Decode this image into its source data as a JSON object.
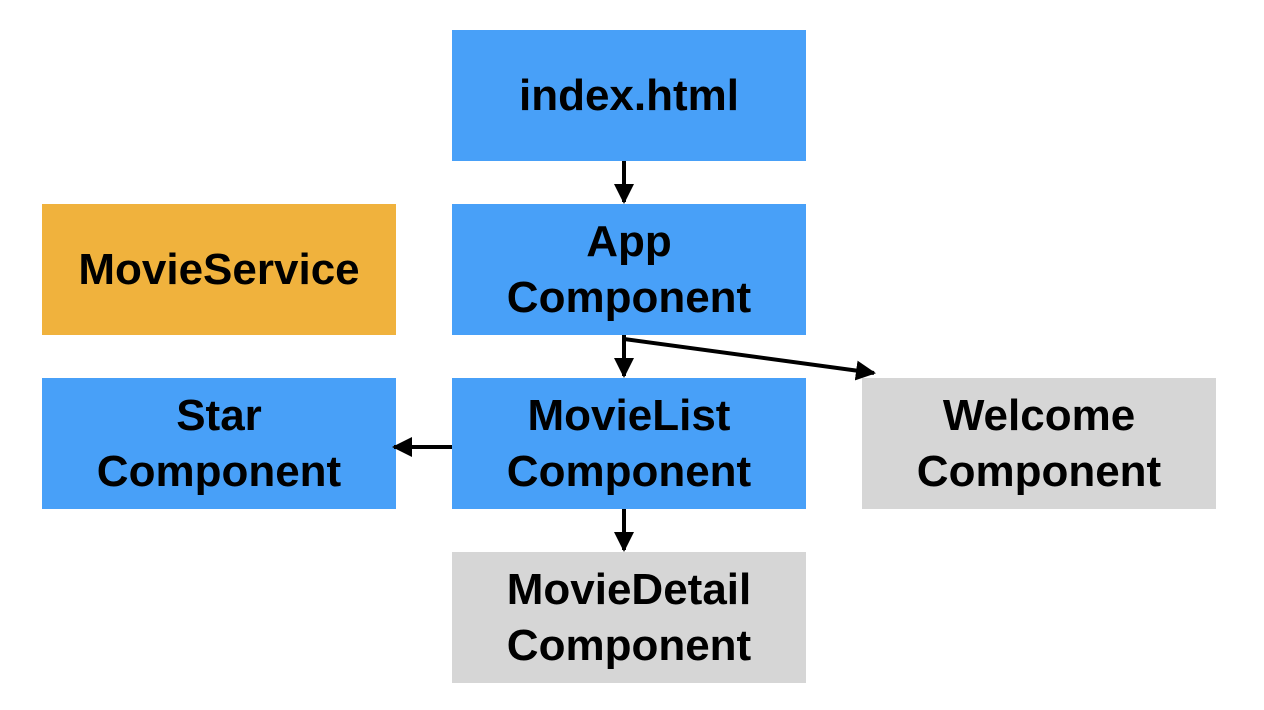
{
  "colors": {
    "component_blue": "#48a0f8",
    "service_orange": "#f0b23d",
    "inactive_gray": "#d6d6d6",
    "arrow": "#000000"
  },
  "nodes": {
    "index": {
      "line1": "index.html",
      "color": "component_blue"
    },
    "app": {
      "line1": "App",
      "line2": "Component",
      "color": "component_blue"
    },
    "movie_service": {
      "line1": "MovieService",
      "color": "service_orange"
    },
    "movie_list": {
      "line1": "MovieList",
      "line2": "Component",
      "color": "component_blue"
    },
    "star": {
      "line1": "Star",
      "line2": "Component",
      "color": "component_blue"
    },
    "welcome": {
      "line1": "Welcome",
      "line2": "Component",
      "color": "inactive_gray"
    },
    "movie_detail": {
      "line1": "MovieDetail",
      "line2": "Component",
      "color": "inactive_gray"
    }
  },
  "edges": [
    {
      "from": "index.html",
      "to": "App Component"
    },
    {
      "from": "App Component",
      "to": "MovieList Component"
    },
    {
      "from": "App Component",
      "to": "Welcome Component"
    },
    {
      "from": "MovieList Component",
      "to": "Star Component"
    },
    {
      "from": "MovieList Component",
      "to": "MovieDetail Component"
    }
  ]
}
